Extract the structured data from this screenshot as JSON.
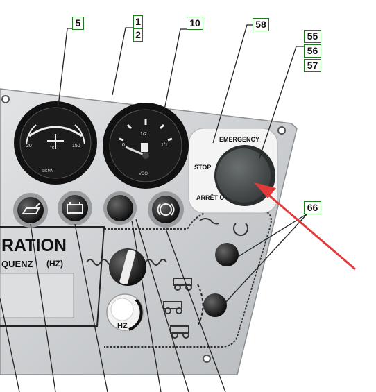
{
  "callouts": {
    "c5": "5",
    "c1": "1",
    "c2": "2",
    "c10": "10",
    "c58": "58",
    "c55": "55",
    "c56": "56",
    "c57": "57",
    "c66": "66"
  },
  "panel": {
    "ration": "RATION",
    "quenz": "QUENZ",
    "hz_unit": "(HZ)",
    "emergency": "EMERGENCY",
    "stop": "STOP",
    "arret": "ARRÊT U",
    "hz_knob": "HZ"
  },
  "temp_gauge": {
    "min": "20",
    "unit": "°c",
    "max": "150"
  },
  "fuel_gauge": {
    "empty": "0",
    "half": "1/2",
    "full": "1/1"
  },
  "colors": {
    "panel": "#c9cccf",
    "gauge": "#111111",
    "emergency_button": "#4a4e4f",
    "arrow": "#e23a3a",
    "callout_border": "#1f7a1f"
  }
}
